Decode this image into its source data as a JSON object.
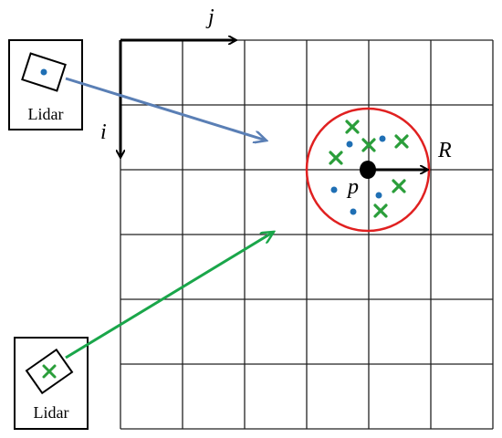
{
  "axis_labels": {
    "j": "j",
    "i": "i",
    "p": "p",
    "R": "R"
  },
  "lidars": [
    {
      "label": "Lidar",
      "marker": "dot"
    },
    {
      "label": "Lidar",
      "marker": "cross"
    }
  ],
  "colors": {
    "grid": "#222222",
    "blue_arrow": "#5a7fb5",
    "green_arrow": "#1aa64a",
    "circle": "#e02020",
    "dot": "#1f6fb4",
    "cross": "#2a9e3a",
    "center": "#000000"
  },
  "grid": {
    "rows": 6,
    "cols": 6
  }
}
